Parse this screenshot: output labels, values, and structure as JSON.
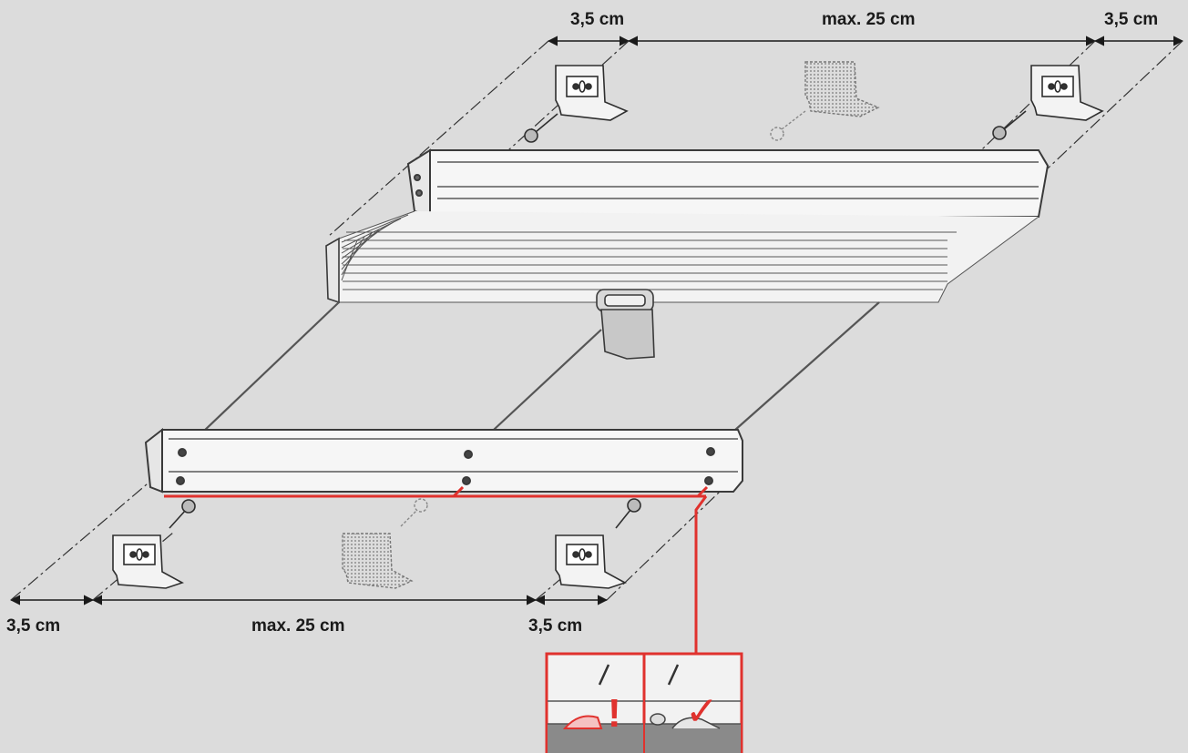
{
  "labels": {
    "top_left_spacing": "3,5 cm",
    "top_max_spacing": "max. 25 cm",
    "top_right_spacing": "3,5 cm",
    "bottom_left_spacing": "3,5 cm",
    "bottom_max_spacing": "max. 25 cm",
    "bottom_right_spacing": "3,5 cm"
  },
  "detail": {
    "wrong_mark": "!",
    "right_mark": "✓"
  },
  "colors": {
    "background": "#dcdcdc",
    "line": "#3a3a3a",
    "highlight": "#e0322e",
    "rail": "#f6f6f6"
  }
}
